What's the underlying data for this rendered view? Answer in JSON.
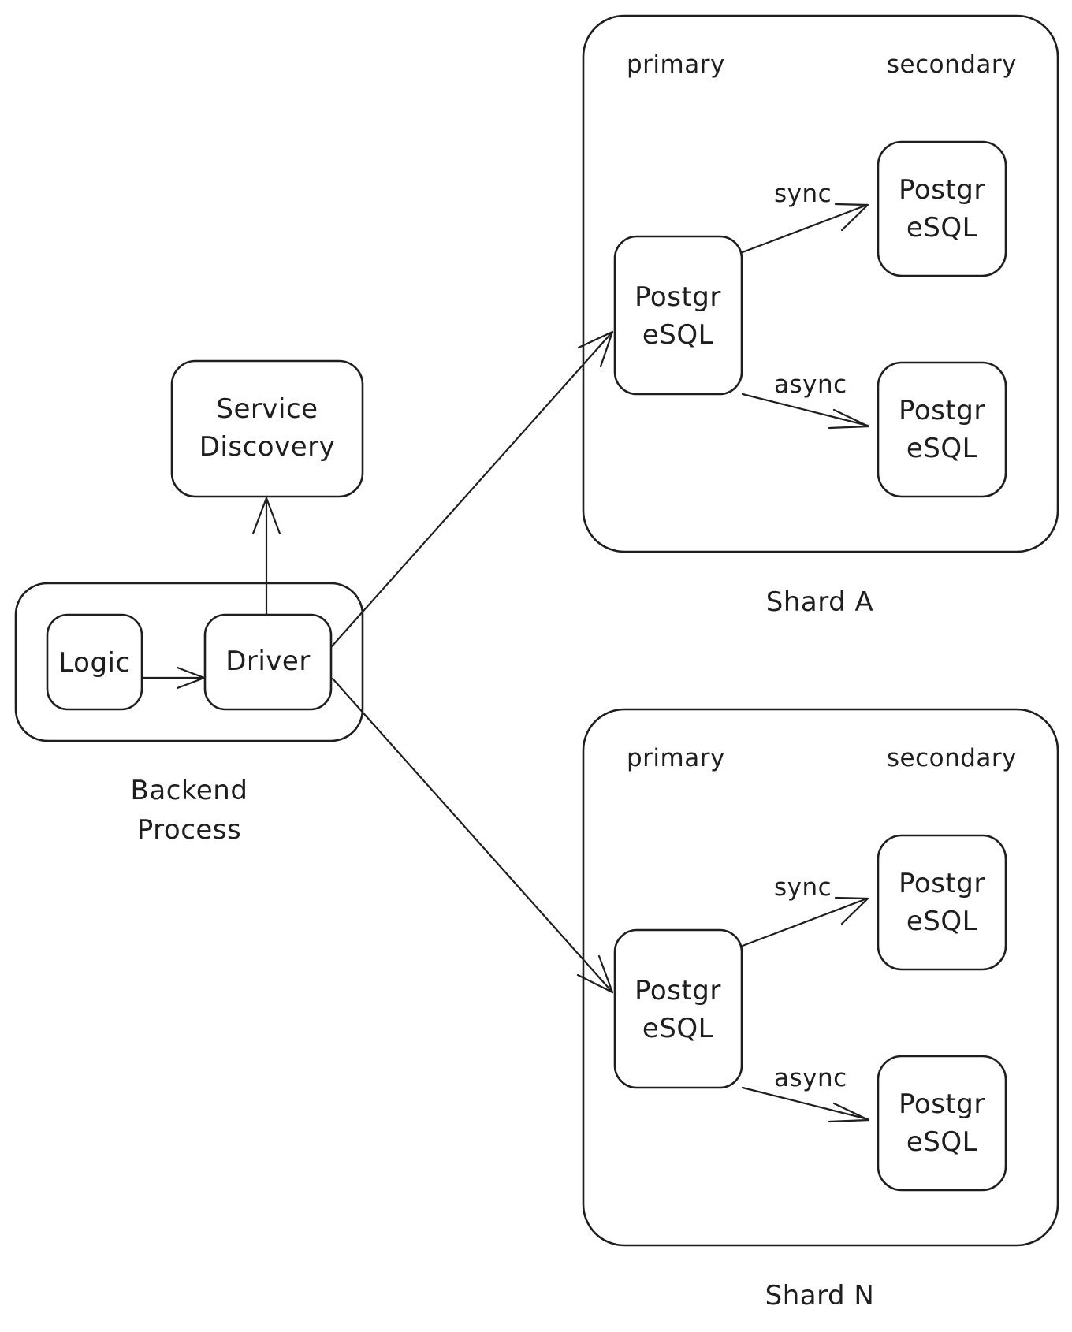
{
  "colors": {
    "stroke": "#1e1e1e",
    "background": "#ffffff",
    "backend_hatch": "#c9cfcc",
    "backend_fill": "#f6f7f6",
    "db_hatch": "#aea9ee",
    "db_fill": "#f7f6ff"
  },
  "backend": {
    "caption_line1": "Backend",
    "caption_line2": "Process",
    "logic_label": "Logic",
    "driver_label": "Driver"
  },
  "service_discovery": {
    "label_line1": "Service",
    "label_line2": "Discovery"
  },
  "shards": [
    {
      "caption": "Shard A",
      "primary_heading": "primary",
      "secondary_heading": "secondary",
      "primary_db": {
        "line1": "Postgr",
        "line2": "eSQL"
      },
      "replicas": [
        {
          "mode": "sync",
          "line1": "Postgr",
          "line2": "eSQL"
        },
        {
          "mode": "async",
          "line1": "Postgr",
          "line2": "eSQL"
        }
      ]
    },
    {
      "caption": "Shard N",
      "primary_heading": "primary",
      "secondary_heading": "secondary",
      "primary_db": {
        "line1": "Postgr",
        "line2": "eSQL"
      },
      "replicas": [
        {
          "mode": "sync",
          "line1": "Postgr",
          "line2": "eSQL"
        },
        {
          "mode": "async",
          "line1": "Postgr",
          "line2": "eSQL"
        }
      ]
    }
  ]
}
